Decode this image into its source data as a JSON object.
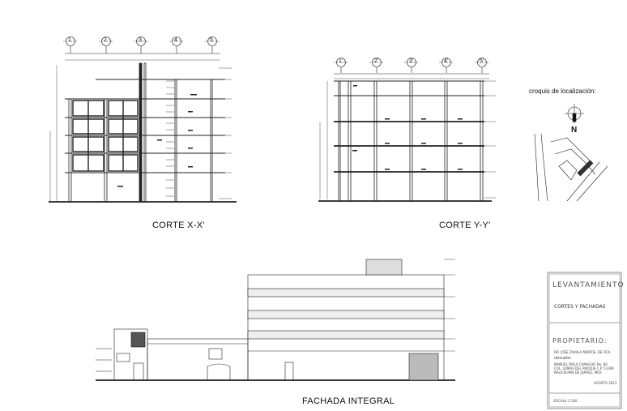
{
  "views": {
    "section_x": "CORTE X-X'",
    "section_y": "CORTE Y-Y'",
    "facade": "FACHADA INTEGRAL"
  },
  "grid_axes": {
    "section_x": [
      "1",
      "2",
      "3",
      "4",
      "5"
    ],
    "section_y": [
      "1'",
      "2'",
      "3'",
      "4'",
      "5'"
    ]
  },
  "location": {
    "caption": "croquis de localización:",
    "north": "N"
  },
  "title_block": {
    "heading": "LEVANTAMIENTO",
    "subtitle": "CORTES Y FACHADAS",
    "owner_label": "PROPIETARIO:",
    "owner_name": "DR. JOSE ZAVALA MONTEL DE OCA",
    "location_label": "ubicado:",
    "address_1": "MANUEL ÁVILA CAMACHO No. 80",
    "address_2": "COL. LOMAS DEL PARQUE C.P. 53390",
    "address_3": "NAUCALPAN DE JUÁREZ, MEX.",
    "date": "AGOSTO 2012",
    "scale": "ESCALA 1:100"
  }
}
